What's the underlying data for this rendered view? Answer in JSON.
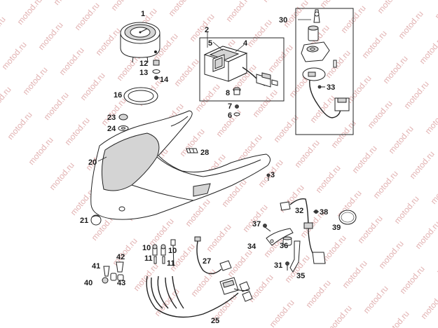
{
  "watermark": {
    "text": "motod.ru",
    "color": "#e2b3b3"
  },
  "callouts": [
    {
      "id": "p1",
      "label": "1"
    },
    {
      "id": "p2",
      "label": "2"
    },
    {
      "id": "p3",
      "label": "3"
    },
    {
      "id": "p4",
      "label": "4"
    },
    {
      "id": "p5",
      "label": "5"
    },
    {
      "id": "p6",
      "label": "6"
    },
    {
      "id": "p7",
      "label": "7"
    },
    {
      "id": "p8",
      "label": "8"
    },
    {
      "id": "p10a",
      "label": "10"
    },
    {
      "id": "p10b",
      "label": "10"
    },
    {
      "id": "p11a",
      "label": "11"
    },
    {
      "id": "p11b",
      "label": "11"
    },
    {
      "id": "p12",
      "label": "12"
    },
    {
      "id": "p13",
      "label": "13"
    },
    {
      "id": "p14",
      "label": "14"
    },
    {
      "id": "p16",
      "label": "16"
    },
    {
      "id": "p20",
      "label": "20"
    },
    {
      "id": "p21",
      "label": "21"
    },
    {
      "id": "p23",
      "label": "23"
    },
    {
      "id": "p24",
      "label": "24"
    },
    {
      "id": "p25",
      "label": "25"
    },
    {
      "id": "p27",
      "label": "27"
    },
    {
      "id": "p28",
      "label": "28"
    },
    {
      "id": "p30",
      "label": "30"
    },
    {
      "id": "p31",
      "label": "31"
    },
    {
      "id": "p32",
      "label": "32"
    },
    {
      "id": "p33",
      "label": "33"
    },
    {
      "id": "p34",
      "label": "34"
    },
    {
      "id": "p35",
      "label": "35"
    },
    {
      "id": "p36",
      "label": "36"
    },
    {
      "id": "p37",
      "label": "37"
    },
    {
      "id": "p38",
      "label": "38"
    },
    {
      "id": "p39",
      "label": "39"
    },
    {
      "id": "p40",
      "label": "40"
    },
    {
      "id": "p41",
      "label": "41"
    },
    {
      "id": "p42",
      "label": "42"
    },
    {
      "id": "p43",
      "label": "43"
    }
  ]
}
